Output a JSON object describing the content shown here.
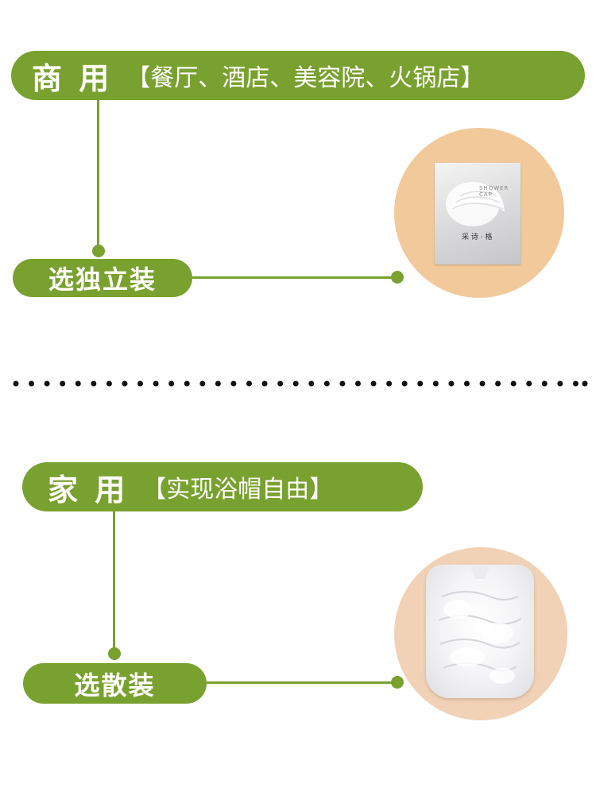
{
  "commercial": {
    "title": "商 用",
    "subtitle": "【餐厅、酒店、美容院、火锅店】",
    "option_label": "选独立装"
  },
  "home": {
    "title": "家 用",
    "subtitle": "【实现浴帽自由】",
    "option_label": "选散装"
  },
  "product_single": {
    "packet_title": "SHOWER CAP",
    "packet_brand": "采 诗 · 格"
  },
  "colors": {
    "accent": "#79a12f",
    "background": "#ffffff",
    "product_circle_1": "#f2c99a",
    "product_circle_2": "#f1d2b6",
    "divider_dots": "#111111"
  }
}
